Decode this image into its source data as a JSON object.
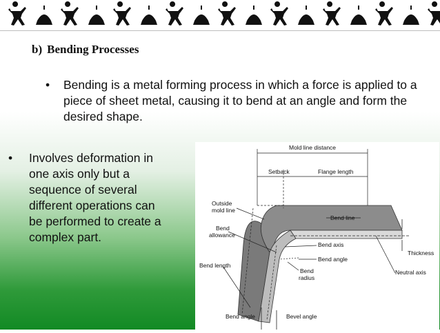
{
  "banner": {
    "figure_icons": [
      "warrior-figure-icon",
      "dome-icon",
      "warrior-figure-icon",
      "dome-icon"
    ]
  },
  "heading": {
    "label": "b)",
    "title": "Bending  Processes"
  },
  "bullets": {
    "top": "Bending is a metal forming process in which a force is applied to a piece of sheet metal, causing it to bend at an angle and form the desired shape.",
    "left": "Involves deformation in one axis only but a sequence of several different operations can be performed to create a complex part."
  },
  "diagram": {
    "labels": {
      "mold_line_distance": "Mold line distance",
      "setback": "Setback",
      "flange_length": "Flange length",
      "outside_mold_line_1": "Outside",
      "outside_mold_line_2": "mold line",
      "bend_line": "Bend line",
      "bend_allowance_1": "Bend",
      "bend_allowance_2": "allowance",
      "bend_axis": "Bend axis",
      "thickness": "Thickness",
      "bend_angle_right": "Bend angle",
      "bend_radius_1": "Bend",
      "bend_radius_2": "radius",
      "neutral_axis": "Neutral axis",
      "bend_length": "Bend length",
      "bend_angle_bottom": "Bend angle",
      "bevel_angle": "Bevel angle"
    },
    "colors": {
      "metal_top": "#8c8c8c",
      "metal_side": "#6e6e6e",
      "metal_edge": "#d9d9d9"
    }
  }
}
